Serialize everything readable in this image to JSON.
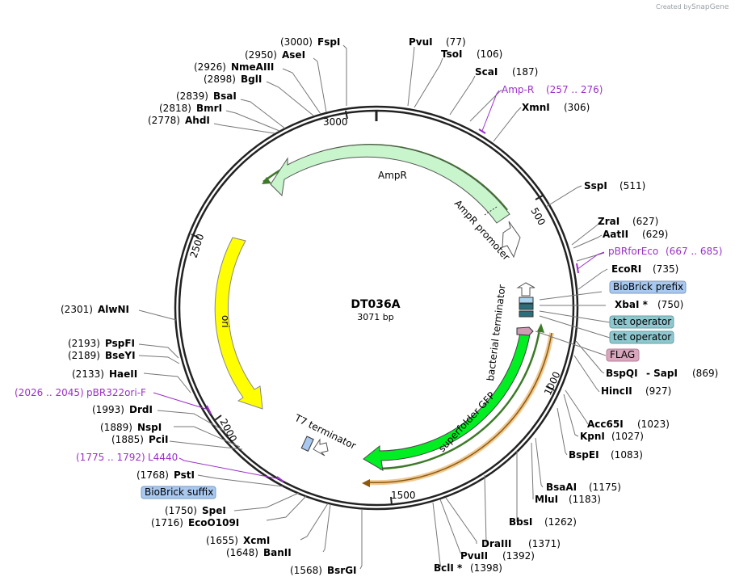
{
  "credit": {
    "created_by": "Created by",
    "brand": "SnapGene"
  },
  "plasmid": {
    "name": "DT036A",
    "size_label": "3071 bp",
    "length": 3071
  },
  "ticks": [
    "500",
    "1000",
    "1500",
    "2000",
    "2500",
    "3000"
  ],
  "sites": [
    {
      "name": "FspI",
      "pos": "(3000)"
    },
    {
      "name": "AseI",
      "pos": "(2950)"
    },
    {
      "name": "NmeAIII",
      "pos": "(2926)"
    },
    {
      "name": "BglI",
      "pos": "(2898)"
    },
    {
      "name": "BsaI",
      "pos": "(2839)"
    },
    {
      "name": "BmrI",
      "pos": "(2818)"
    },
    {
      "name": "AhdI",
      "pos": "(2778)"
    },
    {
      "name": "PvuI",
      "pos": "(77)"
    },
    {
      "name": "TsoI",
      "pos": "(106)"
    },
    {
      "name": "ScaI",
      "pos": "(187)"
    },
    {
      "name": "XmnI",
      "pos": "(306)"
    },
    {
      "name": "SspI",
      "pos": "(511)"
    },
    {
      "name": "ZraI",
      "pos": "(627)"
    },
    {
      "name": "AatII",
      "pos": "(629)"
    },
    {
      "name": "EcoRI",
      "pos": "(735)"
    },
    {
      "name": "XbaI *",
      "pos": "(750)"
    },
    {
      "name": "BspQI",
      "name2": "- SapI",
      "pos": "(869)"
    },
    {
      "name": "HincII",
      "pos": "(927)"
    },
    {
      "name": "Acc65I",
      "pos": "(1023)"
    },
    {
      "name": "KpnI",
      "pos": "(1027)"
    },
    {
      "name": "BspEI",
      "pos": "(1083)"
    },
    {
      "name": "BsaAI",
      "pos": "(1175)"
    },
    {
      "name": "MluI",
      "pos": "(1183)"
    },
    {
      "name": "BbsI",
      "pos": "(1262)"
    },
    {
      "name": "DraIII",
      "pos": "(1371)"
    },
    {
      "name": "PvuII",
      "pos": "(1392)"
    },
    {
      "name": "BclI *",
      "pos": "(1398)"
    },
    {
      "name": "BsrGI",
      "pos": "(1568)"
    },
    {
      "name": "BanII",
      "pos": "(1648)"
    },
    {
      "name": "XcmI",
      "pos": "(1655)"
    },
    {
      "name": "EcoO109I",
      "pos": "(1716)"
    },
    {
      "name": "SpeI",
      "pos": "(1750)"
    },
    {
      "name": "PstI",
      "pos": "(1768)"
    },
    {
      "name": "PciI",
      "pos": "(1885)"
    },
    {
      "name": "NspI",
      "pos": "(1889)"
    },
    {
      "name": "DrdI",
      "pos": "(1993)"
    },
    {
      "name": "HaeII",
      "pos": "(2133)"
    },
    {
      "name": "BseYI",
      "pos": "(2189)"
    },
    {
      "name": "PspFI",
      "pos": "(2193)"
    },
    {
      "name": "AlwNI",
      "pos": "(2301)"
    }
  ],
  "primers": [
    {
      "name": "Amp-R",
      "range": "(257 .. 276)"
    },
    {
      "name": "pBRforEco",
      "range": "(667 .. 685)"
    },
    {
      "name": "pBR322ori-F",
      "range": "(2026 .. 2045)"
    },
    {
      "name": "L4440",
      "range": "(1775 .. 1792)"
    }
  ],
  "feature_boxes": [
    {
      "label": "BioBrick prefix",
      "color": "#a8c8f0"
    },
    {
      "label": "tet operator",
      "color": "#8fc7cf"
    },
    {
      "label": "tet operator",
      "color": "#8fc7cf"
    },
    {
      "label": "FLAG",
      "color": "#d9a7bd"
    },
    {
      "label": "BioBrick suffix",
      "color": "#a8c8f0"
    }
  ],
  "features": {
    "ampr": "AmpR",
    "ampr_promoter": "AmpR promoter",
    "ori": "ori",
    "bacterial_terminator": "bacterial terminator",
    "gfp": "superfolder GFP",
    "t7_terminator": "T7 terminator"
  },
  "colors": {
    "ampr": "#c8f5cc",
    "ori": "#ffff00",
    "gfp": "#00ee22",
    "primer": "#9b30c9",
    "orange": "#e8a850"
  }
}
